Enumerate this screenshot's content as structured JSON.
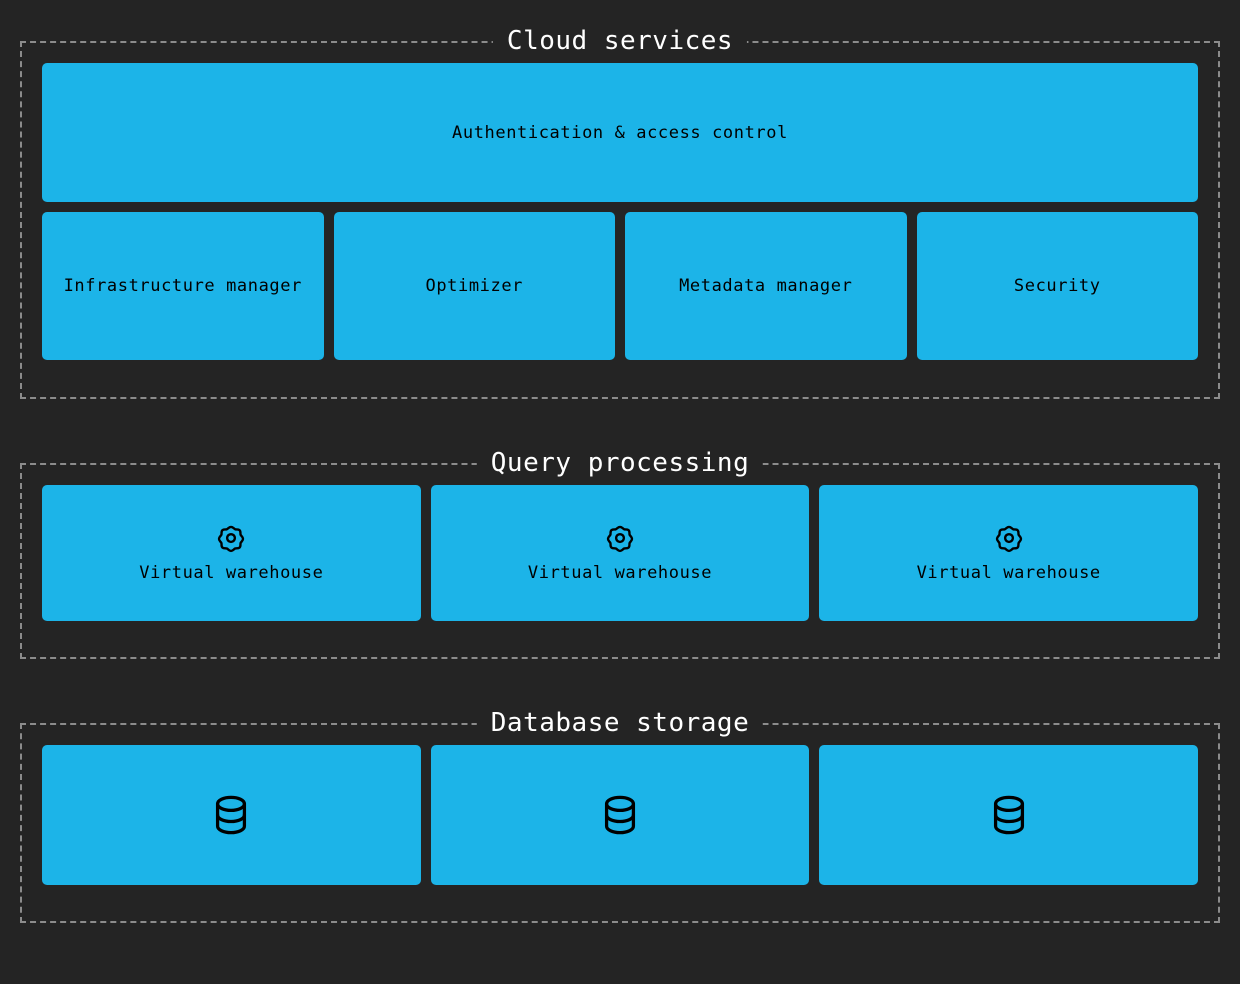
{
  "theme": {
    "background": "#242424",
    "node_fill": "#1CB4E8",
    "node_text": "#000000",
    "border_dashed": "#8c8c8c",
    "title_text": "#ffffff"
  },
  "diagram": {
    "groups": [
      {
        "id": "cloud-services",
        "title": "Cloud services",
        "rows": [
          {
            "id": "cloud-services-row-1",
            "nodes": [
              {
                "id": "authentication-access-control",
                "label": "Authentication & access control",
                "icon": ""
              }
            ]
          },
          {
            "id": "cloud-services-row-2",
            "nodes": [
              {
                "id": "infrastructure-manager",
                "label": "Infrastructure manager",
                "icon": ""
              },
              {
                "id": "optimizer",
                "label": "Optimizer",
                "icon": ""
              },
              {
                "id": "metadata-manager",
                "label": "Metadata manager",
                "icon": ""
              },
              {
                "id": "security",
                "label": "Security",
                "icon": ""
              }
            ]
          }
        ]
      },
      {
        "id": "query-processing",
        "title": "Query processing",
        "rows": [
          {
            "id": "query-processing-row-1",
            "nodes": [
              {
                "id": "virtual-warehouse-1",
                "label": "Virtual warehouse",
                "icon": "gear-icon"
              },
              {
                "id": "virtual-warehouse-2",
                "label": "Virtual warehouse",
                "icon": "gear-icon"
              },
              {
                "id": "virtual-warehouse-3",
                "label": "Virtual warehouse",
                "icon": "gear-icon"
              }
            ]
          }
        ]
      },
      {
        "id": "database-storage",
        "title": "Database storage",
        "rows": [
          {
            "id": "database-storage-row-1",
            "nodes": [
              {
                "id": "database-1",
                "label": "",
                "icon": "database-icon"
              },
              {
                "id": "database-2",
                "label": "",
                "icon": "database-icon"
              },
              {
                "id": "database-3",
                "label": "",
                "icon": "database-icon"
              }
            ]
          }
        ]
      }
    ]
  }
}
